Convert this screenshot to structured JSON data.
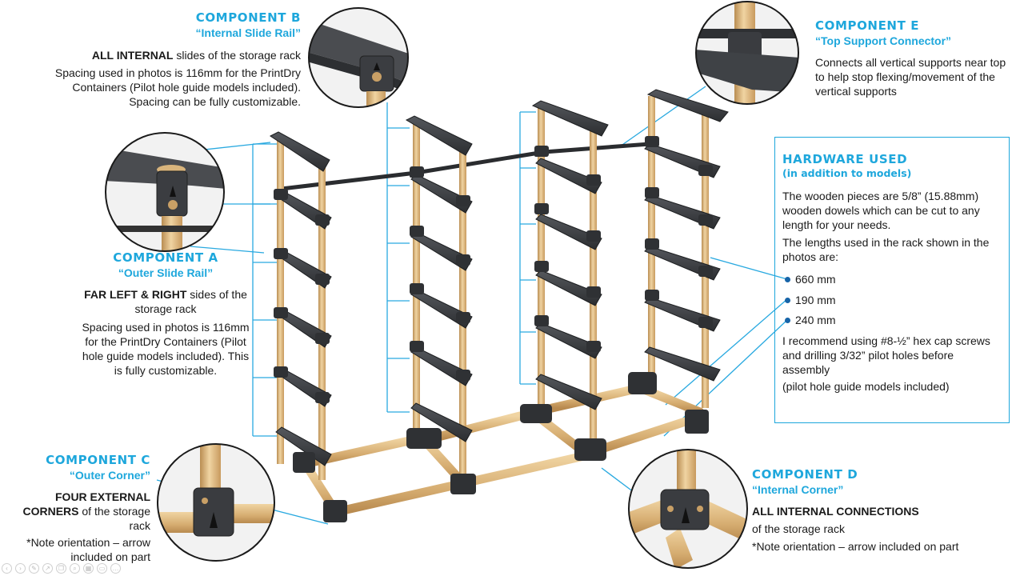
{
  "components": {
    "b": {
      "title": "COMPONENT B",
      "subtitle": "“Internal Slide Rail”",
      "line1_bold": "ALL INTERNAL",
      "line1_rest": " slides of the storage rack",
      "desc": "Spacing used in photos is 116mm for the PrintDry Containers (Pilot hole guide models included). Spacing can be fully customizable."
    },
    "e": {
      "title": "COMPONENT E",
      "subtitle": "“Top Support Connector”",
      "desc": "Connects all vertical supports near top to help stop flexing/movement of the vertical supports"
    },
    "a": {
      "title": "COMPONENT A",
      "subtitle": "“Outer Slide Rail”",
      "line1_bold": "FAR LEFT & RIGHT",
      "line1_rest": " sides of the storage rack",
      "desc": "Spacing used in photos is 116mm for the PrintDry Containers (Pilot hole guide models included). This is fully customizable."
    },
    "c": {
      "title": "COMPONENT C",
      "subtitle": "“Outer Corner”",
      "line1_bold": "FOUR EXTERNAL CORNERS",
      "line1_rest": " of the storage rack",
      "note": "*Note orientation – arrow included on part"
    },
    "d": {
      "title": "COMPONENT D",
      "subtitle": "“Internal Corner”",
      "line1_bold": "ALL INTERNAL CONNECTIONS",
      "line2": "of the storage rack",
      "note": "*Note orientation – arrow included on part"
    }
  },
  "hardware": {
    "title": "HARDWARE USED",
    "subtitle": "(in addition to models)",
    "p1": "The wooden pieces are 5/8” (15.88mm) wooden dowels which can be cut to any length for your needs.",
    "p2": "The lengths used in the rack shown in the photos are:",
    "lengths": [
      "660 mm",
      "190 mm",
      "240 mm"
    ],
    "p3": "I recommend using #8-½” hex cap screws and drilling 3/32” pilot holes before assembly",
    "p4": "(pilot hole guide models included)"
  },
  "colors": {
    "accent": "#1ea7dc",
    "leader": "#29a9e0",
    "bullet": "#1764a8",
    "wood": "#dcb57a",
    "plastic": "#3a3c40"
  }
}
